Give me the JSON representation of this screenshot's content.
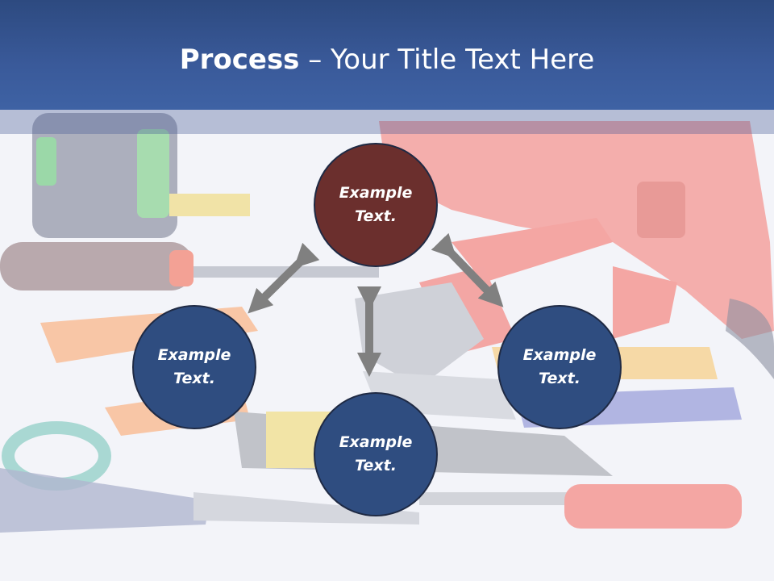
{
  "slide": {
    "title_bold": "Process",
    "title_rest": " – Your Title Text Here"
  },
  "nodes": [
    {
      "id": "top",
      "text": "Example\nText.",
      "color": "#6b2f2d"
    },
    {
      "id": "left",
      "text": "Example\nText.",
      "color": "#2f4d80"
    },
    {
      "id": "right",
      "text": "Example\nText.",
      "color": "#2f4d80"
    },
    {
      "id": "bottom",
      "text": "Example\nText.",
      "color": "#2f4d80"
    }
  ],
  "colors": {
    "header": "#3a5a9a",
    "arrow": "#808080",
    "accent": "#6b2f2d",
    "node": "#2f4d80"
  },
  "background": {
    "description_icon": "hand-tools-photo"
  }
}
